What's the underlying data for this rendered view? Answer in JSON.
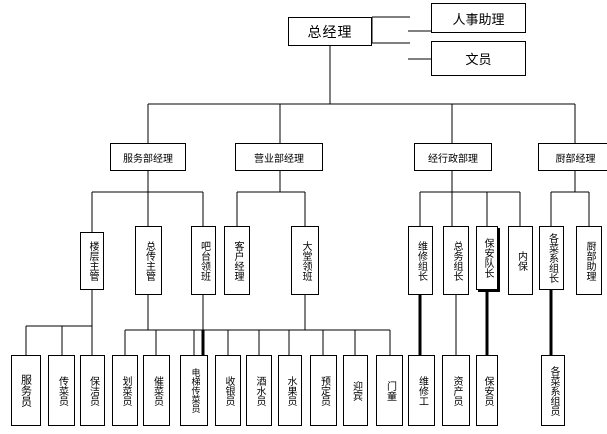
{
  "org": {
    "gm": "总经理",
    "assistant_hr": "人事助理",
    "clerk": "文员",
    "departments": {
      "service": "服务部经理",
      "sales": "营业部经理",
      "admin": "经行政部理",
      "kitchen": "厨部经理"
    },
    "sub": {
      "floor_supervisor": "楼层主管",
      "chief_runner": "总传主管",
      "bar_lead": "吧台领班",
      "customer_manager": "客户经理",
      "lobby_lead": "大堂领班",
      "maintenance_lead": "维修组长",
      "general_lead": "总务组长",
      "security_lead": "保安队长",
      "internal_security": "内保",
      "dept_leads": "各菜系组长",
      "kitchen_assistant": "厨部助理"
    },
    "staff": {
      "waiter": "服务员",
      "runner": "传菜员",
      "cleaner": "保洁员",
      "cutter": "划菜员",
      "urger": "催菜员",
      "elevator_runner": "电梯传菜员",
      "cashier": "收银员",
      "wine": "酒水员",
      "fruit": "水果员",
      "reservation": "预定员",
      "greeter": "迎宾",
      "doorman": "门童",
      "repair_worker": "维修工",
      "assets": "资产员",
      "guard": "保安员",
      "chef": "各菜系组员"
    }
  }
}
